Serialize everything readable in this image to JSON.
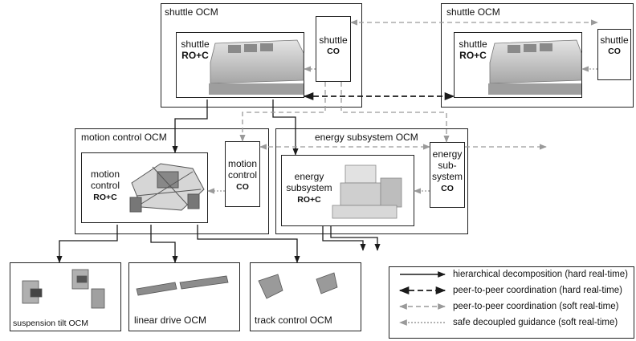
{
  "shuttle_left": {
    "title": "shuttle OCM",
    "roc_name": "shuttle",
    "roc_tag": "RO+C",
    "co_name": "shuttle",
    "co_tag": "CO"
  },
  "shuttle_right": {
    "title": "shuttle OCM",
    "roc_name": "shuttle",
    "roc_tag": "RO+C",
    "co_name": "shuttle",
    "co_tag": "CO"
  },
  "motion": {
    "title": "motion control OCM",
    "roc_name_1": "motion",
    "roc_name_2": "control",
    "roc_tag": "RO+C",
    "co_name_1": "motion",
    "co_name_2": "control",
    "co_tag": "CO"
  },
  "energy": {
    "title": "energy subsystem OCM",
    "roc_name_1": "energy",
    "roc_name_2": "subsystem",
    "roc_tag": "RO+C",
    "co_name_1": "energy",
    "co_name_2": "sub-",
    "co_name_3": "system",
    "co_tag": "CO"
  },
  "modules": {
    "suspension": "suspension tilt OCM",
    "linear": "linear drive OCM",
    "track": "track control OCM"
  },
  "legend": [
    {
      "label": "hierarchical decomposition (hard real-time)",
      "style": "solid-black"
    },
    {
      "label": "peer-to-peer coordination (hard real-time)",
      "style": "dashed-black"
    },
    {
      "label": "peer-to-peer coordination (soft real-time)",
      "style": "dashed-gray"
    },
    {
      "label": "safe decoupled guidance (soft real-time)",
      "style": "dotted-gray"
    }
  ],
  "colors": {
    "line": "#1a1a1a",
    "soft": "#9a9a9a",
    "image": "#b9b9b9"
  }
}
